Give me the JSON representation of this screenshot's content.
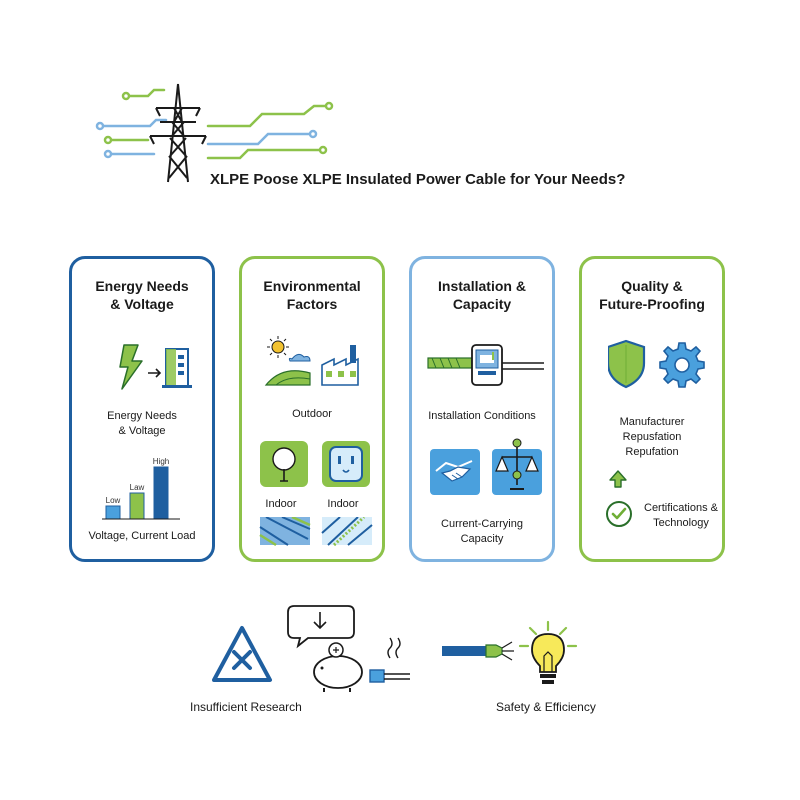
{
  "title": "XLPE Poose XLPE Insulated Power Cable for Your Needs?",
  "colors": {
    "navy": "#1f5fa0",
    "green": "#8dc24a",
    "light_blue": "#7fb3e0",
    "sky": "#4aa0dd"
  },
  "header_icon": "transmission-tower-circuit-icon",
  "cards": [
    {
      "title": "Energy Needs\n& Voltage",
      "icons": [
        "lightning-bolt-icon",
        "arrow-right-icon",
        "building-icon"
      ],
      "caption": "Energy Needs\n& Voltage",
      "mini_chart": {
        "bars": [
          {
            "label": "Low",
            "level": 1
          },
          {
            "label": "Law",
            "level": 2
          },
          {
            "label": "High",
            "level": 4
          }
        ],
        "caption": "Voltage, Current Load"
      }
    },
    {
      "title": "Environmental\nFactors",
      "icons": [
        "sun-landscape-icon",
        "factory-icon",
        "tree-icon",
        "power-outlet-icon",
        "cable-cross-section-icon",
        "cable-cross-section-icon"
      ],
      "outdoor_label": "Outdoor",
      "indoor_label_1": "Indoor",
      "indoor_label_2": "Indoor"
    },
    {
      "title": "Installation &\nCapacity",
      "icons": [
        "cable-meter-icon",
        "handshake-icon",
        "balance-scale-icon"
      ],
      "caption_1": "Installation Conditions",
      "caption_2": "Current-Carrying\nCapacity"
    },
    {
      "title": "Quality &\nFuture-Proofing",
      "icons": [
        "shield-icon",
        "gear-icon",
        "up-arrow-icon",
        "checkmark-circle-icon"
      ],
      "caption_1": "Manufacturer\nRepusfation\nRepufation",
      "caption_2": "Certifications &\nTechnology"
    }
  ],
  "bottom": {
    "left_label": "Insufficient Research",
    "right_label": "Safety & Efficiency",
    "left_icons": [
      "warning-triangle-icon",
      "speech-bubble-icon",
      "piggy-bank-icon",
      "hot-plug-icon"
    ],
    "right_icons": [
      "cable-connector-icon",
      "lightbulb-icon"
    ]
  }
}
